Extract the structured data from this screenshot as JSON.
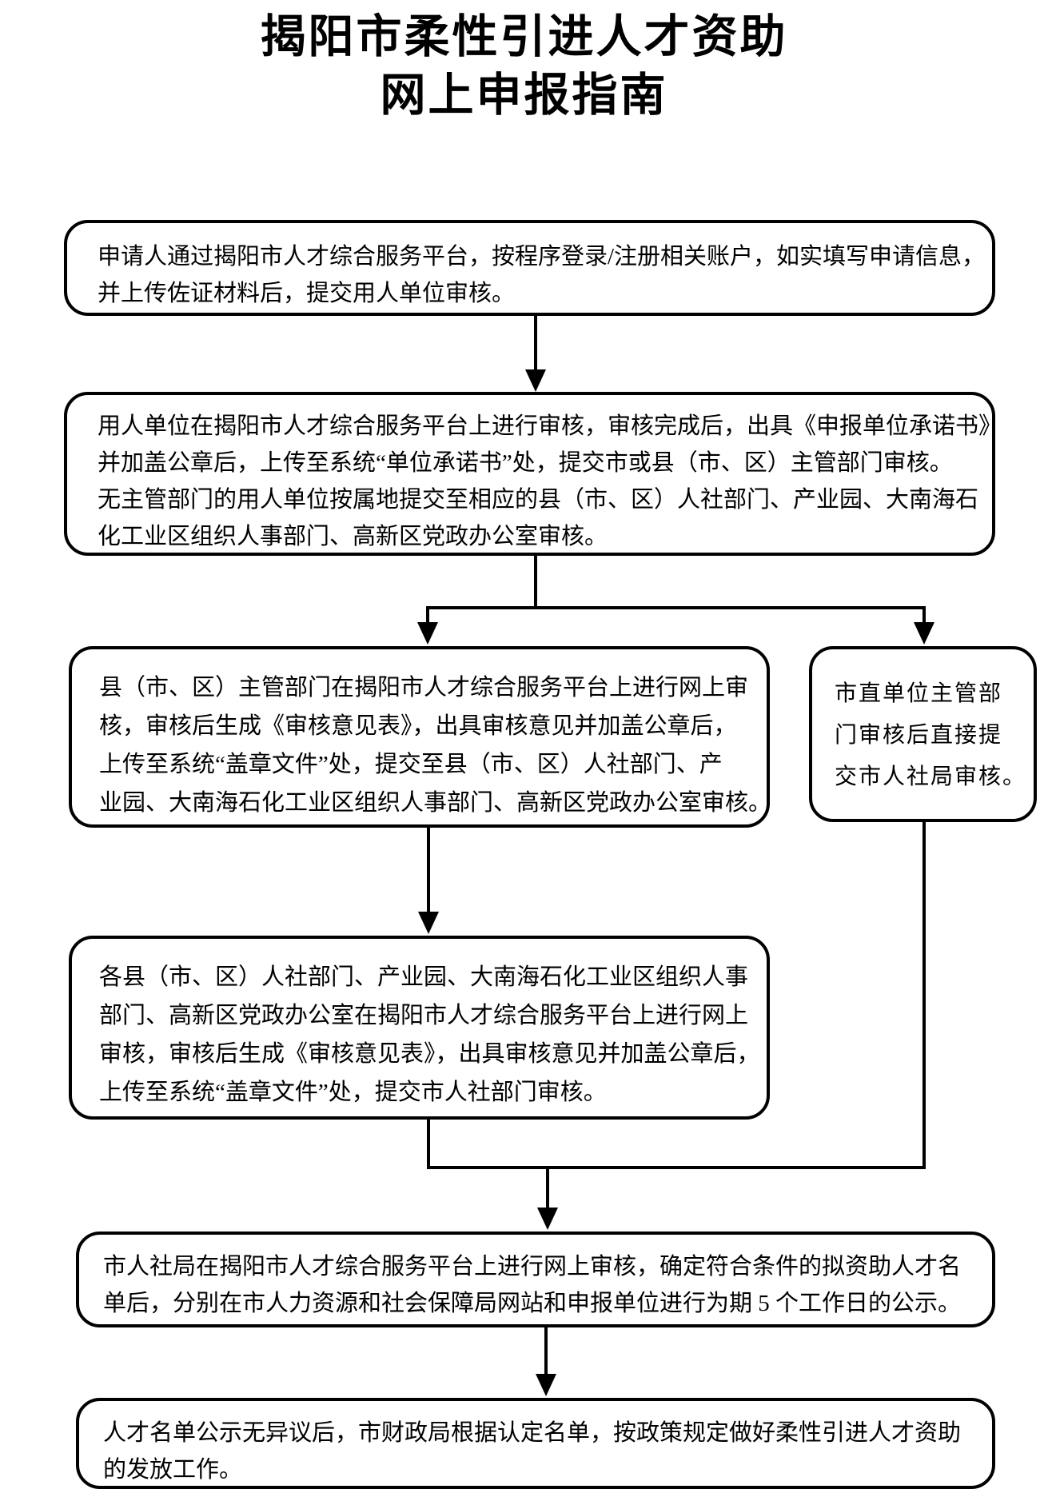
{
  "title": {
    "line1": "揭阳市柔性引进人才资助",
    "line2": "网上申报指南"
  },
  "colors": {
    "background": "#ffffff",
    "line": "#000000",
    "text": "#000000"
  },
  "flow": {
    "step1_applicant": {
      "lines": [
        "申请人通过揭阳市人才综合服务平台，按程序登录/注册相关账户，如实填写申请信息，",
        "并上传佐证材料后，提交用人单位审核。"
      ]
    },
    "step2_employer": {
      "lines": [
        "用人单位在揭阳市人才综合服务平台上进行审核，审核完成后，出具《申报单位承诺书》",
        "并加盖公章后，上传至系统“单位承诺书”处，提交市或县（市、区）主管部门审核。",
        "无主管部门的用人单位按属地提交至相应的县（市、区）人社部门、产业园、大南海石",
        "化工业区组织人事部门、高新区党政办公室审核。"
      ]
    },
    "step3_county_dept": {
      "lines": [
        "县（市、区）主管部门在揭阳市人才综合服务平台上进行网上审",
        "核，审核后生成《审核意见表》，出具审核意见并加盖公章后，",
        "上传至系统“盖章文件”处，提交至县（市、区）人社部门、产",
        "业园、大南海石化工业区组织人事部门、高新区党政办公室审核。"
      ]
    },
    "step3_city_dept": {
      "lines": [
        "市直单位主管部",
        "门审核后直接提",
        "交市人社局审核。"
      ]
    },
    "step4_hr_bureaus": {
      "lines": [
        "各县（市、区）人社部门、产业园、大南海石化工业区组织人事",
        "部门、高新区党政办公室在揭阳市人才综合服务平台上进行网上",
        "审核，审核后生成《审核意见表》，出具审核意见并加盖公章后，",
        "上传至系统“盖章文件”处，提交市人社部门审核。"
      ]
    },
    "step5_city_hr": {
      "lines": [
        "市人社局在揭阳市人才综合服务平台上进行网上审核，确定符合条件的拟资助人才名",
        "单后，分别在市人力资源和社会保障局网站和申报单位进行为期 5 个工作日的公示。"
      ]
    },
    "step6_finance": {
      "lines": [
        "人才名单公示无异议后，市财政局根据认定名单，按政策规定做好柔性引进人才资助",
        "的发放工作。"
      ]
    }
  }
}
